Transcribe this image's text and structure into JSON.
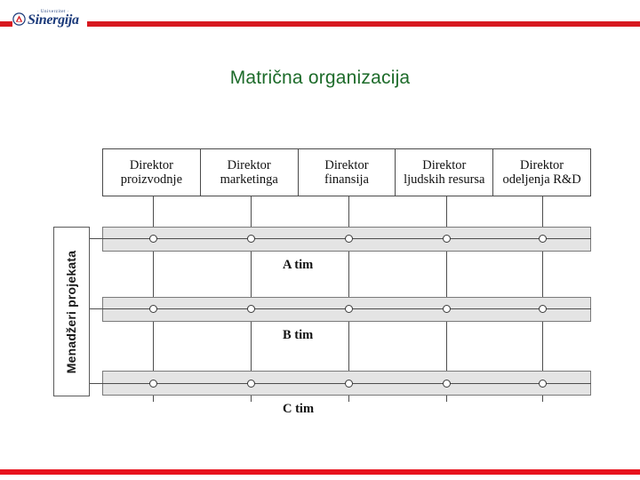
{
  "header": {
    "logo": {
      "emblem_name": "sinergija-shield-emblem",
      "superscript": "· Univerzitet ·",
      "wordmark": "Sinergija",
      "brand_color": "#1b3a7a",
      "rule_color": "#d71920"
    }
  },
  "title": {
    "text": "Matrična organizacija",
    "color": "#1d6b2a"
  },
  "diagram": {
    "side_label": "Menadžeri projekata",
    "directors": [
      {
        "line1": "Direktor",
        "line2": "proizvodnje"
      },
      {
        "line1": "Direktor",
        "line2": "marketinga"
      },
      {
        "line1": "Direktor",
        "line2": "finansija"
      },
      {
        "line1": "Direktor",
        "line2": "ljudskih resursa"
      },
      {
        "line1": "Direktor",
        "line2": "odeljenja R&D"
      }
    ],
    "teams": [
      {
        "caption": "A tim",
        "nodes": 5
      },
      {
        "caption": "B tim",
        "nodes": 5
      },
      {
        "caption": "C tim",
        "nodes": 5
      }
    ],
    "bar_fill": "#e4e4e4",
    "line_color": "#4d4d4d"
  },
  "footer": {
    "rule_color": "#e8141e"
  }
}
